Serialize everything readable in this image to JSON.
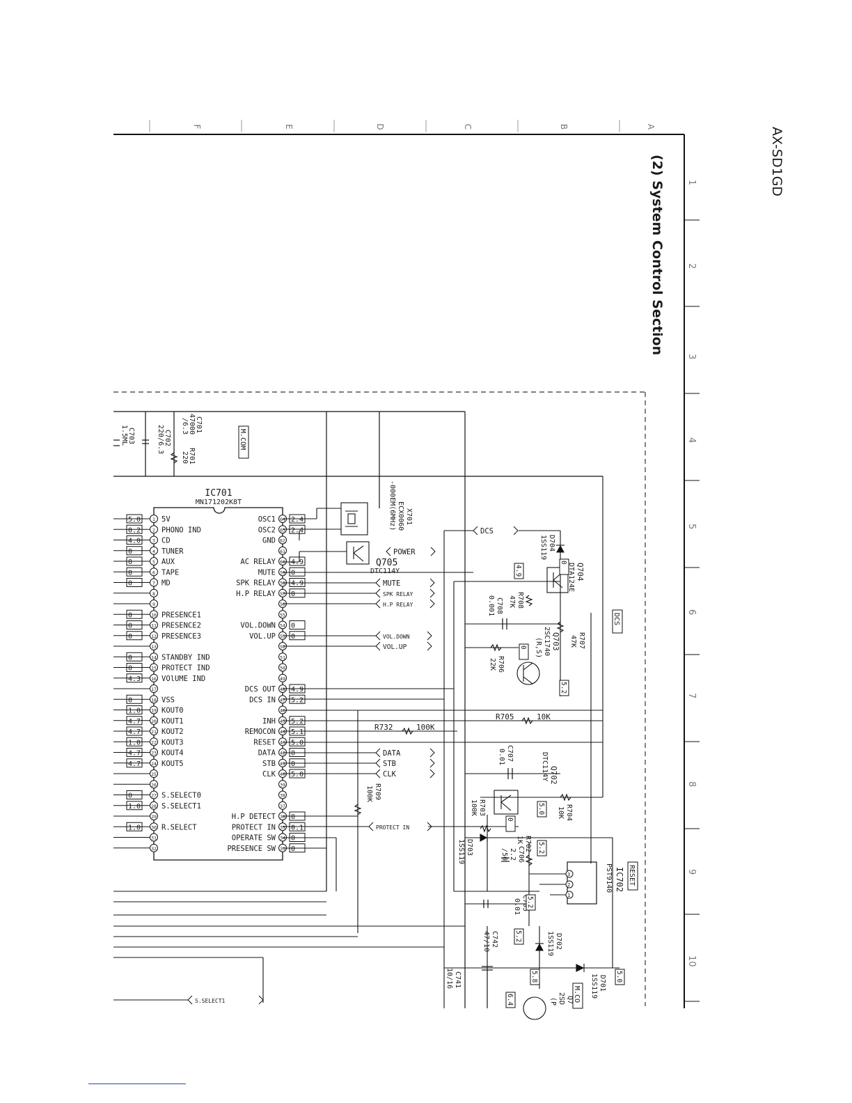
{
  "header": {
    "model": "AX-SD1GD",
    "section_title": "(2) System Control Section"
  },
  "grid": {
    "row_labels": [
      "A",
      "B",
      "C",
      "D",
      "E",
      "F"
    ],
    "col_labels": [
      "1",
      "2",
      "3",
      "4",
      "5",
      "6",
      "7",
      "8",
      "9",
      "10"
    ]
  },
  "ic701": {
    "ref": "IC701",
    "part": "MN171202K8T",
    "left_pins": [
      {
        "num": "1",
        "name": "5V",
        "volt": "5.0"
      },
      {
        "num": "2",
        "name": "PHONO IND",
        "volt": "0.2"
      },
      {
        "num": "3",
        "name": "CD",
        "volt": "4.0"
      },
      {
        "num": "4",
        "name": "TUNER",
        "volt": "0"
      },
      {
        "num": "5",
        "name": "AUX",
        "volt": "0"
      },
      {
        "num": "6",
        "name": "TAPE",
        "volt": "0"
      },
      {
        "num": "7",
        "name": "MD",
        "volt": "0"
      },
      {
        "num": "8",
        "name": "",
        "volt": ""
      },
      {
        "num": "9",
        "name": "",
        "volt": ""
      },
      {
        "num": "10",
        "name": "PRESENCE1",
        "volt": "0"
      },
      {
        "num": "11",
        "name": "PRESENCE2",
        "volt": "0"
      },
      {
        "num": "12",
        "name": "PRESENCE3",
        "volt": "0"
      },
      {
        "num": "13",
        "name": "",
        "volt": ""
      },
      {
        "num": "14",
        "name": "STANDBY IND",
        "volt": "0"
      },
      {
        "num": "15",
        "name": "PROTECT IND",
        "volt": "0"
      },
      {
        "num": "16",
        "name": "VOlUME IND",
        "volt": "4.3"
      },
      {
        "num": "17",
        "name": "",
        "volt": ""
      },
      {
        "num": "18",
        "name": "VSS",
        "volt": "0"
      },
      {
        "num": "19",
        "name": "KOUT0",
        "volt": "1.0"
      },
      {
        "num": "20",
        "name": "KOUT1",
        "volt": "4.7"
      },
      {
        "num": "21",
        "name": "KOUT2",
        "volt": "4.7"
      },
      {
        "num": "22",
        "name": "KOUT3",
        "volt": "1.0"
      },
      {
        "num": "23",
        "name": "KOUT4",
        "volt": "4.7"
      },
      {
        "num": "24",
        "name": "KOUT5",
        "volt": "4.7"
      },
      {
        "num": "25",
        "name": "",
        "volt": ""
      },
      {
        "num": "26",
        "name": "",
        "volt": ""
      },
      {
        "num": "27",
        "name": "S.SELECT0",
        "volt": "0"
      },
      {
        "num": "28",
        "name": "S.SELECT1",
        "volt": "1.0"
      },
      {
        "num": "29",
        "name": "",
        "volt": ""
      },
      {
        "num": "30",
        "name": "R.SELECT",
        "volt": "1.0"
      },
      {
        "num": "31",
        "name": "",
        "volt": ""
      },
      {
        "num": "32",
        "name": "",
        "volt": ""
      }
    ],
    "right_pins": [
      {
        "num": "64",
        "name": "OSC1",
        "volt": "2.4"
      },
      {
        "num": "63",
        "name": "OSC2",
        "volt": "2.4"
      },
      {
        "num": "62",
        "name": "GND",
        "volt": ""
      },
      {
        "num": "61",
        "name": "",
        "volt": ""
      },
      {
        "num": "60",
        "name": "AC RELAY",
        "volt": "4.9"
      },
      {
        "num": "59",
        "name": "MUTE",
        "volt": "0"
      },
      {
        "num": "58",
        "name": "SPK RELAY",
        "volt": "4.9"
      },
      {
        "num": "57",
        "name": "H.P RELAY",
        "volt": "0"
      },
      {
        "num": "56",
        "name": "",
        "volt": ""
      },
      {
        "num": "55",
        "name": "",
        "volt": ""
      },
      {
        "num": "54",
        "name": "VOL.DOWN",
        "volt": "0"
      },
      {
        "num": "53",
        "name": "VOL.UP",
        "volt": "0"
      },
      {
        "num": "52",
        "name": "",
        "volt": ""
      },
      {
        "num": "51",
        "name": "",
        "volt": ""
      },
      {
        "num": "50",
        "name": "",
        "volt": ""
      },
      {
        "num": "49",
        "name": "",
        "volt": ""
      },
      {
        "num": "48",
        "name": "DCS OUT",
        "volt": "4.9"
      },
      {
        "num": "47",
        "name": "DCS IN",
        "volt": "5.2"
      },
      {
        "num": "46",
        "name": "",
        "volt": ""
      },
      {
        "num": "45",
        "name": "INH",
        "volt": "5.2"
      },
      {
        "num": "44",
        "name": "REMOCON",
        "volt": "5.1"
      },
      {
        "num": "43",
        "name": "RESET",
        "volt": "5.0"
      },
      {
        "num": "42",
        "name": "DATA",
        "volt": "0"
      },
      {
        "num": "41",
        "name": "STB",
        "volt": "0"
      },
      {
        "num": "40",
        "name": "CLK",
        "volt": "5.0"
      },
      {
        "num": "39",
        "name": "",
        "volt": ""
      },
      {
        "num": "38",
        "name": "",
        "volt": ""
      },
      {
        "num": "37",
        "name": "",
        "volt": ""
      },
      {
        "num": "36",
        "name": "H.P DETECT",
        "volt": "0"
      },
      {
        "num": "35",
        "name": "PROTECT IN",
        "volt": "0.1"
      },
      {
        "num": "34",
        "name": "OPERATE SW",
        "volt": "0"
      },
      {
        "num": "33",
        "name": "PRESENCE SW",
        "volt": "0"
      }
    ]
  },
  "ports": {
    "dcs": "DCS",
    "power": "POWER",
    "mute": "MUTE",
    "spk_relay": "SPK RELAY",
    "hp_relay": "H.P RELAY",
    "vol_down": "VOL.DOWN",
    "vol_up": "VOL.UP",
    "data": "DATA",
    "stb": "STB",
    "clk": "CLK",
    "protect_in": "PROTECT IN",
    "s_select1": "S.SELECT1"
  },
  "boxes": {
    "mcom": "M.COM",
    "mcom2": "M.CO",
    "dcs_box": "DCS",
    "reset_box": "RESET"
  },
  "components": {
    "c701": [
      "C701",
      "47000",
      "/6.3"
    ],
    "c702": [
      "C702",
      "220/6.3"
    ],
    "c703": [
      "C703",
      "1.5ML"
    ],
    "r701": [
      "R701",
      "220"
    ],
    "x701": [
      "X701",
      "ECX0060",
      "-000EM(6MHz)"
    ],
    "q705": [
      "Q705",
      "DTC114Y"
    ],
    "d704": [
      "D704",
      "1SS119"
    ],
    "q704": [
      "Q704",
      "DTA124E"
    ],
    "r708": [
      "R708",
      "47K"
    ],
    "c708": [
      "C708",
      "0.001"
    ],
    "r707": [
      "R707",
      "47K"
    ],
    "q703": [
      "Q703",
      "2SC1740",
      "(R,S)"
    ],
    "r706": [
      "R706",
      "22K"
    ],
    "r705": [
      "R705",
      "10K"
    ],
    "r732": [
      "R732",
      "100K"
    ],
    "c707": [
      "C707",
      "0.01"
    ],
    "q702": [
      "Q702",
      "DTC114Y"
    ],
    "r709": [
      "R709",
      "100K"
    ],
    "r703": [
      "R703",
      "100K"
    ],
    "r704": [
      "R704",
      "10K"
    ],
    "d703": [
      "D703",
      "1SS119"
    ],
    "c706": [
      "C706",
      "2.2",
      "/50"
    ],
    "r702": [
      "R702",
      "1K"
    ],
    "ic702": [
      "IC702",
      "PST9140"
    ],
    "c705": [
      "C705",
      "0.01"
    ],
    "c742": [
      "C742",
      "47/10"
    ],
    "d702": [
      "D702",
      "1SS119"
    ],
    "c741": [
      "C741",
      "10/16"
    ],
    "d701": [
      "D701",
      "1SS119"
    ],
    "q701": [
      "Q7",
      "2SD",
      "(P"
    ]
  },
  "voltages": {
    "v_d704": "0",
    "v_q704": "4.9",
    "v_q703b": "0",
    "v_q703e": "5.2",
    "v_q702": "5.0",
    "v_r703": "0",
    "v_r702": "5.2",
    "v_c705": "5.2",
    "v_c742": "5.2",
    "v_d702": "5.8",
    "v_d701": "5.0",
    "v_c741": "6.4"
  }
}
